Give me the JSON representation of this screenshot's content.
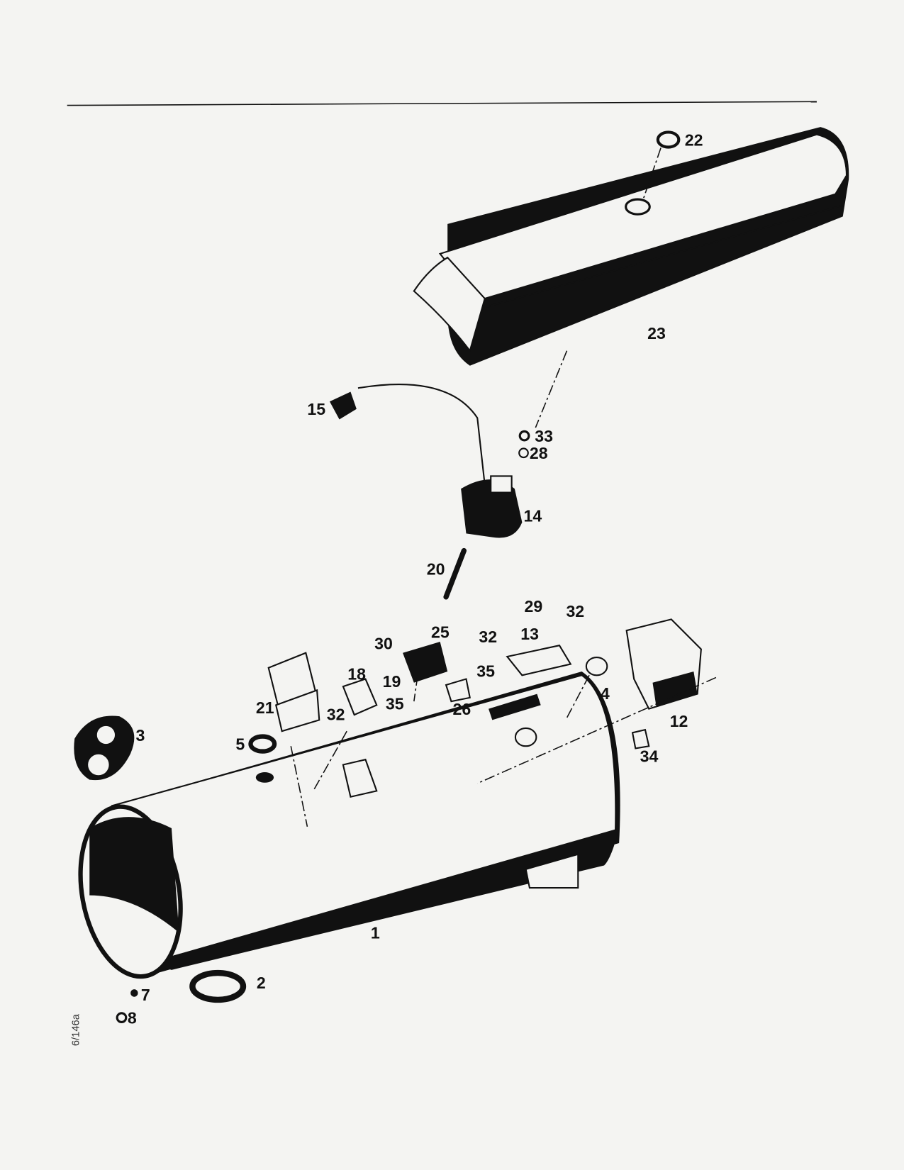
{
  "document_code": "6/146a",
  "parts": {
    "p1": "1",
    "p2": "2",
    "p3": "3",
    "p4": "4",
    "p5": "5",
    "p7": "7",
    "p8": "8",
    "p12": "12",
    "p13": "13",
    "p14": "14",
    "p15": "15",
    "p18": "18",
    "p19": "19",
    "p20": "20",
    "p21": "21",
    "p22": "22",
    "p23": "23",
    "p25": "25",
    "p26": "26",
    "p28": "28",
    "p29": "29",
    "p30": "30",
    "p32a": "32",
    "p32b": "32",
    "p32c": "32",
    "p33": "33",
    "p34": "34",
    "p35a": "35",
    "p35b": "35"
  },
  "colors": {
    "ink": "#111111",
    "paper": "#f4f4f2"
  }
}
